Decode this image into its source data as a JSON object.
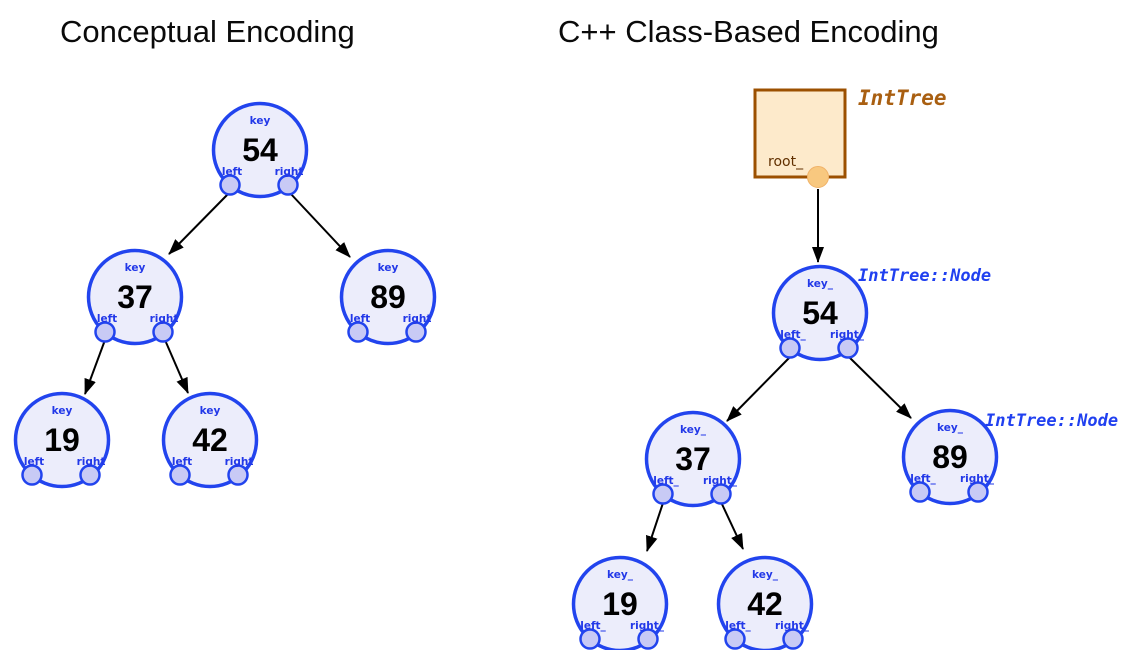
{
  "titles": {
    "left": "Conceptual Encoding",
    "right": "C++ Class-Based Encoding"
  },
  "colors": {
    "node_border": "#2244ee",
    "node_fill": "#ecedfb",
    "port_fill": "#c8caf5",
    "slot_label_text": "#2238e8",
    "value_text": "#000000",
    "edge": "#000000",
    "tree_box_fill": "#fdeacb",
    "tree_box_border": "#9c5000",
    "tree_port_fill": "#f8c87f",
    "tree_type_text": "#a95f11",
    "node_type_text": "#2040f0"
  },
  "conceptual": {
    "key_label": "key",
    "left_label": "left",
    "right_label": "right",
    "nodes": [
      {
        "value": "54"
      },
      {
        "value": "37"
      },
      {
        "value": "89"
      },
      {
        "value": "19"
      },
      {
        "value": "42"
      }
    ]
  },
  "class_based": {
    "key_label": "key_",
    "left_label": "left_",
    "right_label": "right_",
    "node_type_label": "IntTree::Node",
    "tree_object": {
      "type_label": "IntTree",
      "field_label": "root_"
    },
    "nodes": [
      {
        "value": "54"
      },
      {
        "value": "37"
      },
      {
        "value": "89"
      },
      {
        "value": "19"
      },
      {
        "value": "42"
      }
    ]
  }
}
